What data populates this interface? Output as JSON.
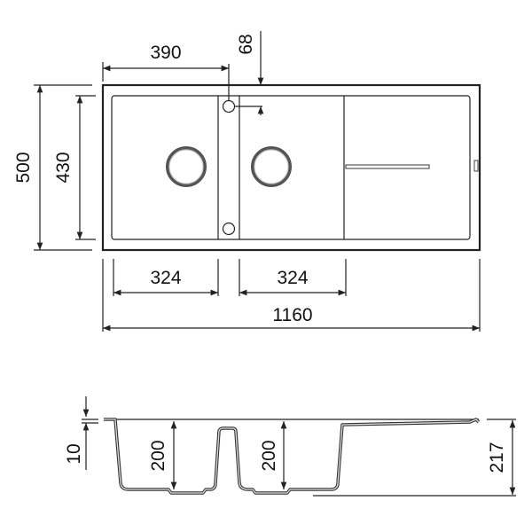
{
  "top_view": {
    "dim_overall_width": "1160",
    "dim_overall_depth": "500",
    "dim_bowl_depth": "430",
    "dim_bowl1_width": "324",
    "dim_bowl2_width": "324",
    "dim_tap_offset_x": "390",
    "dim_tap_offset_y": "68"
  },
  "side_view": {
    "dim_rim": "10",
    "dim_bowl1_depth": "200",
    "dim_bowl2_depth": "200",
    "dim_total_height": "217"
  },
  "colors": {
    "line": "#222222",
    "background": "#ffffff"
  }
}
